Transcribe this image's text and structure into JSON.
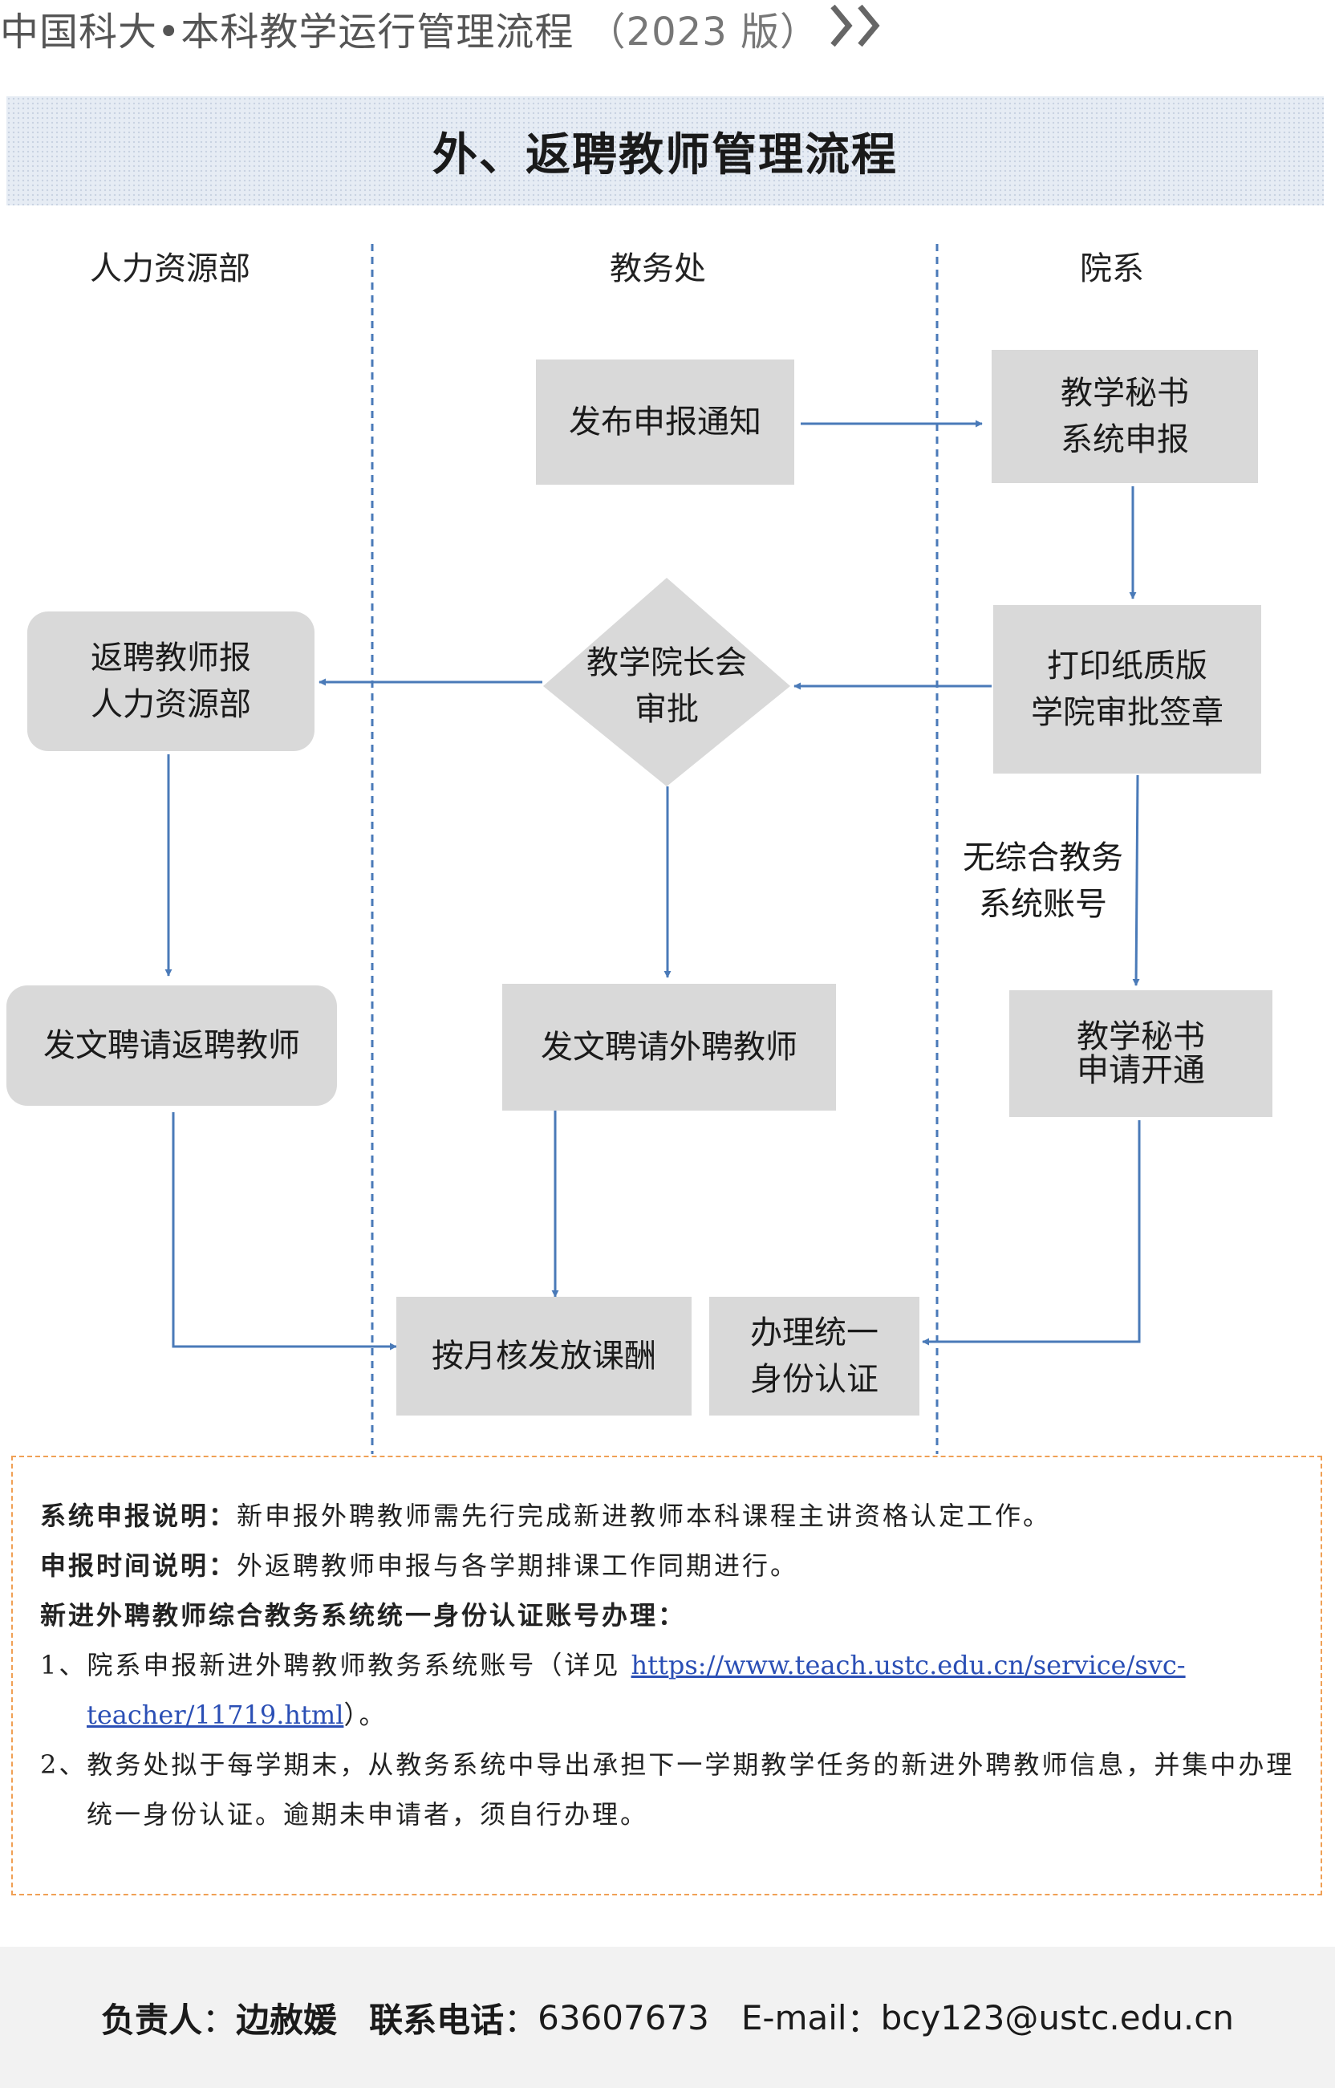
{
  "header": {
    "title": "中国科大•本科教学运行管理流程",
    "version": "（2023 版）"
  },
  "main_title": "外、返聘教师管理流程",
  "lanes": [
    "人力资源部",
    "教务处",
    "院系"
  ],
  "nodes": {
    "publish_notice": "发布申报通知",
    "secretary_report": "教学秘书\n系统申报",
    "print_sign": "打印纸质版\n学院审批签章",
    "dean_approval": "教学院长会\n审批",
    "rehire_report": "返聘教师报\n人力资源部",
    "no_account_note": "无综合教务\n系统账号",
    "hr_hire_doc": "发文聘请返聘教师",
    "office_hire_doc": "发文聘请外聘教师",
    "secretary_apply": "教学秘书\n申请开通",
    "monthly_pay": "按月核发放课酬",
    "unified_id": "办理统一\n身份认证"
  },
  "notes": {
    "line1_label": "系统申报说明：",
    "line1_text": "新申报外聘教师需先行完成新进教师本科课程主讲资格认定工作。",
    "line2_label": "申报时间说明：",
    "line2_text": "外返聘教师申报与各学期排课工作同期进行。",
    "line3_label": "新进外聘教师综合教务系统统一身份认证账号办理：",
    "item1_prefix": "1、院系申报新进外聘教师教务系统账号（详见 ",
    "item1_link": "https://www.teach.ustc.edu.cn/service/svc-teacher/11719.html",
    "item1_suffix": "）。",
    "item2": "2、教务处拟于每学期末，从教务系统中导出承担下一学期教学任务的新进外聘教师信息，并集中办理统一身份认证。逾期未申请者，须自行办理。"
  },
  "footer": {
    "owner_label": "负责人",
    "sep": "：",
    "owner_name": "边赦媛",
    "phone_label": "联系电话",
    "phone": "63607673",
    "email_label": "E-mail",
    "email": "bcy123@ustc.edu.cn"
  },
  "colors": {
    "arrow": "#4a7ab8",
    "box": "#d9d9d9",
    "divider": "#4a7ab8",
    "notes_border": "#f0a055"
  }
}
